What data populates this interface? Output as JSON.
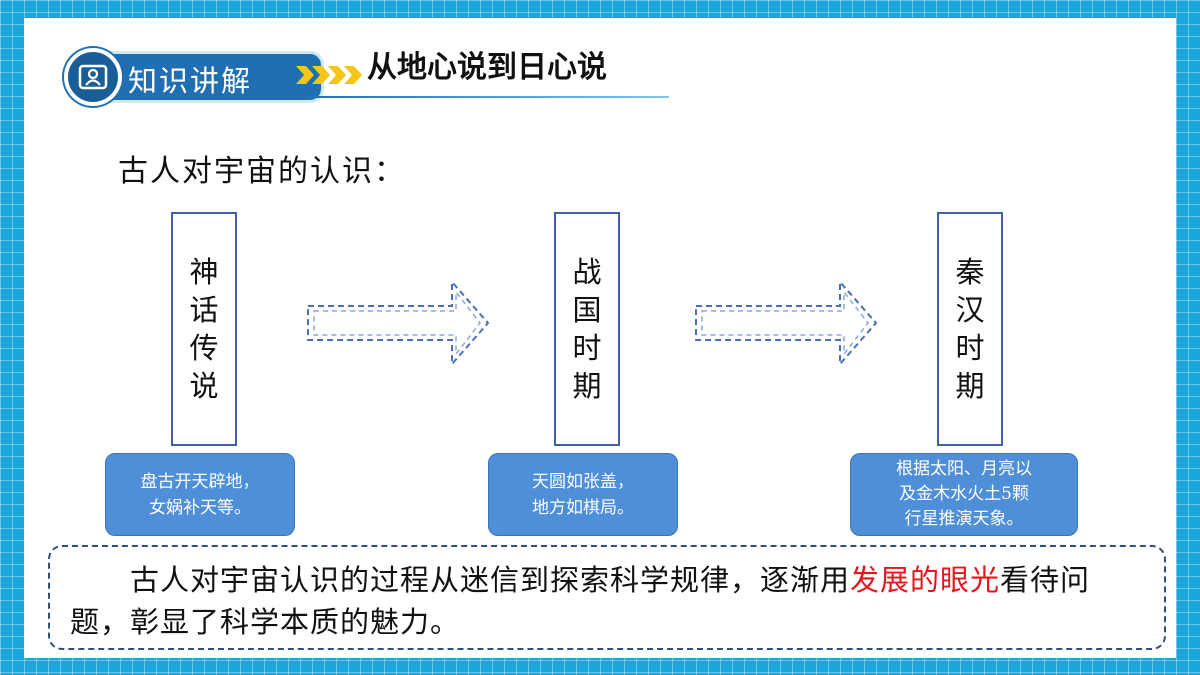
{
  "header": {
    "badge_label": "知识讲解",
    "title": "从地心说到日心说"
  },
  "intro": "古人对宇宙的认识：",
  "stages": [
    {
      "chars": [
        "神",
        "话",
        "传",
        "说"
      ],
      "note_lines": [
        "盘古开天辟地，",
        "女娲补天等。"
      ]
    },
    {
      "chars": [
        "战",
        "国",
        "时",
        "期"
      ],
      "note_lines": [
        "天圆如张盖，",
        "地方如棋局。"
      ]
    },
    {
      "chars": [
        "秦",
        "汉",
        "时",
        "期"
      ],
      "note_lines": [
        "根据太阳、月亮以",
        "及金木水火土5颗",
        "行星推演天象。"
      ]
    }
  ],
  "summary": {
    "part1": "古人对宇宙认识的过程从迷信到探索科学规律，逐渐用",
    "highlight": "发展的眼光",
    "part2": "看待问题，彰显了科学本质的魅力。"
  },
  "colors": {
    "border_grid": "#1aa6d8",
    "badge": "#1f6fb2",
    "note_bg": "#4f8fd8",
    "highlight": "#e8141b",
    "chevron": "#f5c518"
  },
  "icons": {
    "badge_icon": "person-book-icon",
    "arrow": "dashed-right-arrow-icon"
  }
}
